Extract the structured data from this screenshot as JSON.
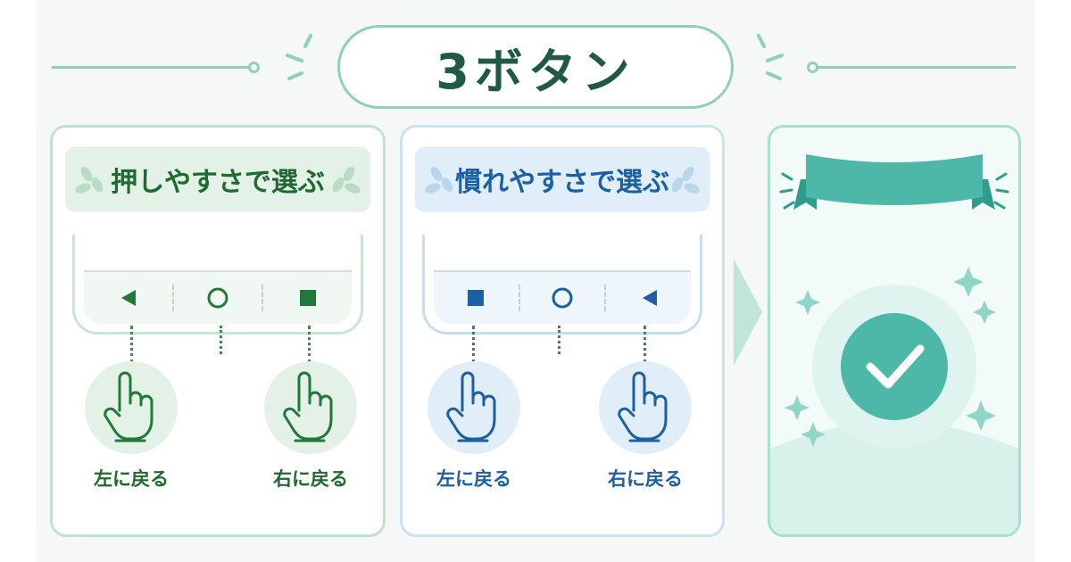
{
  "header": {
    "title": "3ボタン"
  },
  "panels": {
    "green": {
      "label": "押しやすさで選ぶ",
      "left_hand_label": "左に戻る",
      "right_hand_label": "右に戻る",
      "nav_order": [
        "back-triangle",
        "home-circle",
        "recents-square"
      ]
    },
    "blue": {
      "label": "慣れやすさで選ぶ",
      "left_hand_label": "左に戻る",
      "right_hand_label": "右に戻る",
      "nav_order": [
        "recents-square",
        "home-circle",
        "back-triangle"
      ]
    },
    "result": {
      "banner": "",
      "icon": "checkmark-icon"
    }
  },
  "colors": {
    "green_accent": "#1f6a31",
    "blue_accent": "#1d5fa4",
    "teal_accent": "#4db8a8",
    "title_text": "#1f5a46"
  }
}
